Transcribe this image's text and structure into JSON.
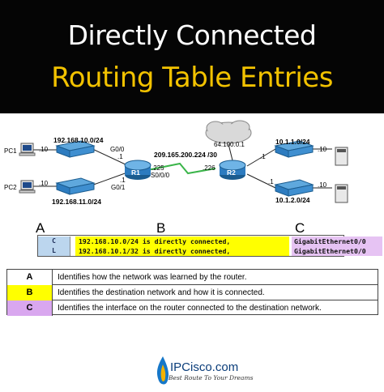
{
  "header": {
    "title_line1": "Directly Connected",
    "title_line2": "Routing Table Entries",
    "background": "#050505",
    "title1_color": "#ffffff",
    "title2_color": "#f2c200"
  },
  "diagram": {
    "pc1": {
      "name": "PC1",
      "host": ".10"
    },
    "pc2": {
      "name": "PC2",
      "host": ".10"
    },
    "lan1": "192.168.10.0/24",
    "lan2": "192.168.11.0/24",
    "r1": {
      "name": "R1",
      "g00": "G0/0",
      "g00_host": ".1",
      "g01": "G0/1",
      "g01_host": ".1",
      "s000": "S0/0/0",
      "s_host": ".225"
    },
    "wan": "209.165.200.224 /30",
    "r2": {
      "name": "R2",
      "s_host": ".226",
      "g00_host": ".1",
      "g01_host": ".1"
    },
    "cloud": "64.100.0.1",
    "lan3": "10.1.1.0/24",
    "lan4": "10.1.2.0/24",
    "pc3_host": ".10",
    "pc4_host": ".10"
  },
  "columns": {
    "a": "A",
    "b": "B",
    "c": "C"
  },
  "routes": [
    {
      "code": "C",
      "dest": "192.168.10.0/24 is directly connected,",
      "iface": "GigabitEthernet0/0"
    },
    {
      "code": "L",
      "dest": "192.168.10.1/32 is directly connected,",
      "iface": "GigabitEthernet0/0"
    }
  ],
  "legend": [
    {
      "key": "A",
      "color": "#ffffff",
      "text": "Identifies how the network was learned by the router."
    },
    {
      "key": "B",
      "color": "#ffff00",
      "text": "Identifies the destination network and how it is connected."
    },
    {
      "key": "C",
      "color": "#d9a7ef",
      "text": "Identifies the interface on the router connected to the destination network."
    }
  ],
  "logo": {
    "name": "IPCisco.com",
    "slogan": "Best Route To Your Dreams"
  }
}
